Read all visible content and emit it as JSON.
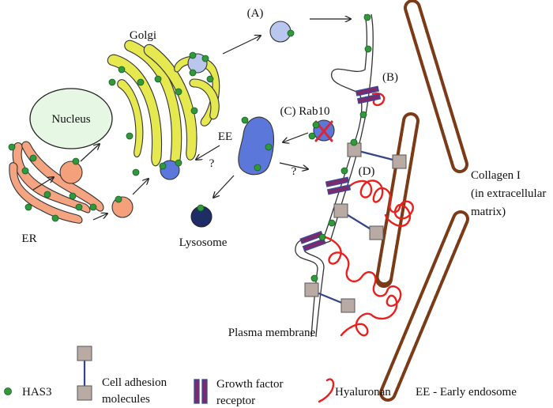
{
  "labels": {
    "golgi": "Golgi",
    "nucleus": "Nucleus",
    "er": "ER",
    "ee": "EE",
    "lysosome": "Lysosome",
    "step_a": "(A)",
    "step_b": "(B)",
    "step_c": "(C) Rab10",
    "step_d": "(D)",
    "question_1": "?",
    "question_2": "?",
    "plasma_membrane": "Plasma membrane",
    "collagen_line1": "Collagen I",
    "collagen_line2": "(in extracellular",
    "collagen_line3": "matrix)"
  },
  "legend": {
    "has3": "HAS3",
    "adhesion_line1": "Cell adhesion",
    "adhesion_line2": "molecules",
    "growth_line1": "Growth factor",
    "growth_line2": "receptor",
    "hyaluronan": "Hyaluronan",
    "early_endosome": "EE - Early endosome"
  },
  "colors": {
    "has3_dot": "#2e9a3c",
    "golgi": "#e6e84f",
    "nucleus": "#e6f7e3",
    "er": "#f4a481",
    "vesicle_orange": "#f4a07a",
    "vesicle_lightblue": "#b9c6ee",
    "early_endosome": "#5b77d9",
    "lysosome": "#1f2d66",
    "collagen": "#7a3b16",
    "adhesion": "#b9aaa4",
    "growth_receptor": "#7b2a6b",
    "hyaluronan": "#e8201e",
    "rab10_x": "#d6283a"
  }
}
